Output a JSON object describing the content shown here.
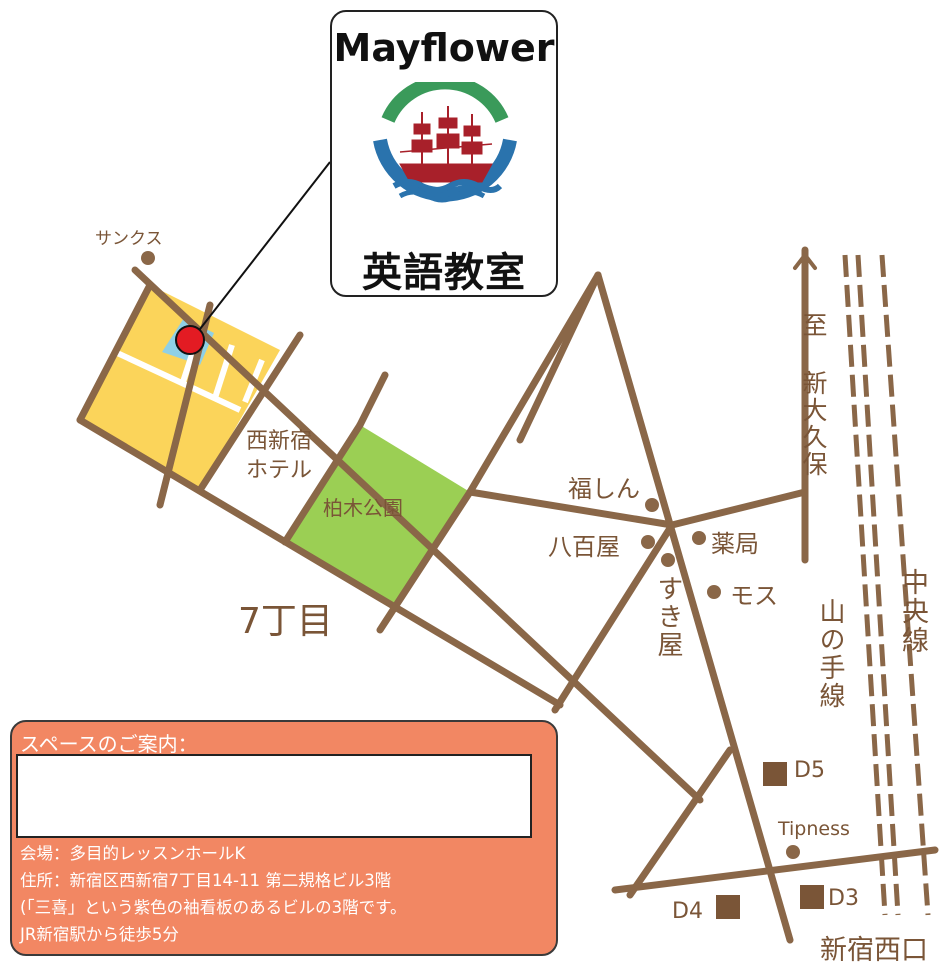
{
  "logo": {
    "name": "Mayflower",
    "subtitle": "英語教室",
    "colors": {
      "ring_green": "#3a9a5a",
      "ring_blue": "#2a73ad",
      "ship": "#a8202a",
      "water": "#2a73ad"
    },
    "icon": "sailing-ship-icon"
  },
  "map": {
    "colors": {
      "road": "#8a6748",
      "building_yellow": "#fbd45a",
      "room_blue": "#8fd0e6",
      "park_green": "#9bcf54",
      "marker_red": "#e31b23",
      "rail": "#8a6748"
    },
    "labels": {
      "sunkus": "サンクス",
      "nishishinjuku_hotel_1": "西新宿",
      "nishishinjuku_hotel_2": "ホテル",
      "park": "柏木公園",
      "chome": "7丁目",
      "fukushin": "福しん",
      "yaoya": "八百屋",
      "yakkyoku": "薬局",
      "sukiya": "すき屋",
      "mos": "モス",
      "to_shin_okubo": "至 新大久保",
      "chuo_line": "中央線",
      "yamanote_line": "山の手線",
      "d5": "D5",
      "tipness": "Tipness",
      "d4": "D4",
      "d3": "D3",
      "shinjuku_nishiguchi": "新宿西口"
    },
    "icons": {
      "arrow": "up-arrow-icon",
      "marker": "location-marker-icon",
      "exit": "station-exit-icon",
      "shop": "shop-dot-icon"
    }
  },
  "info": {
    "title": "スペースのご案内：",
    "lines": [
      "会場：多目的レッスンホールK",
      "住所：新宿区西新宿7丁目14-11 第二規格ビル3階",
      "(「三喜」という紫色の袖看板のあるビルの3階です。",
      "JR新宿駅から徒歩5分"
    ],
    "colors": {
      "background": "#f28763",
      "text": "#ffffff"
    }
  }
}
